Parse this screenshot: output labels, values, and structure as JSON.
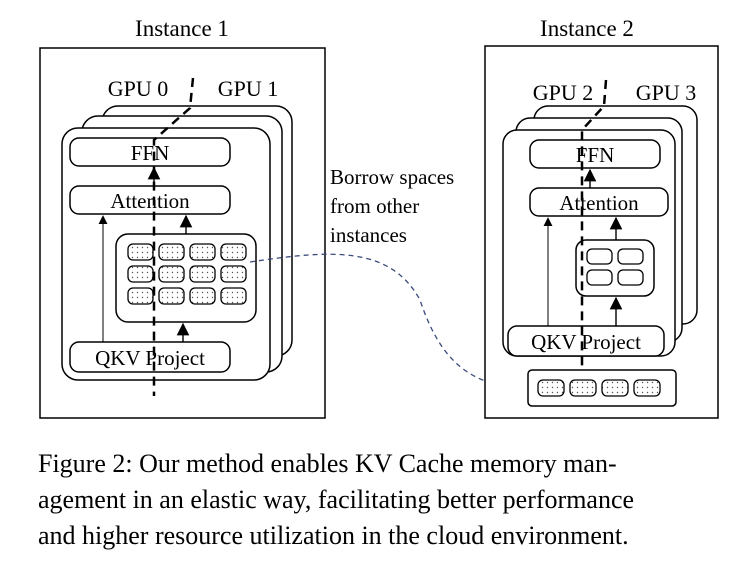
{
  "instance1": {
    "title": "Instance 1",
    "gpu_left": "GPU 0",
    "gpu_right": "GPU 1",
    "ffn": "FFN",
    "attention": "Attention",
    "qkv": "QKV Project"
  },
  "instance2": {
    "title": "Instance 2",
    "gpu_left": "GPU 2",
    "gpu_right": "GPU 3",
    "ffn": "FFN",
    "attention": "Attention",
    "qkv": "QKV Project"
  },
  "borrow_label": [
    "Borrow spaces",
    "from other",
    "instances"
  ],
  "caption": {
    "lines": [
      "Figure 2: Our method enables KV Cache memory man-",
      "agement in an elastic way, facilitating better performance",
      "and higher resource utilization in the cloud environment."
    ]
  }
}
